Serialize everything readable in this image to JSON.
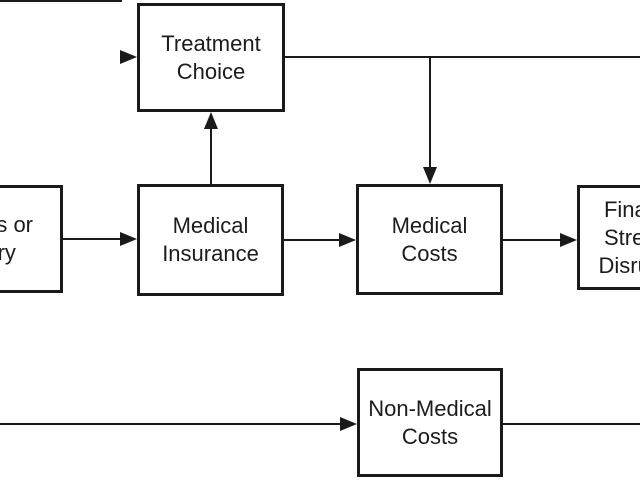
{
  "diagram": {
    "type": "flowchart",
    "colors": {
      "background": "#fefefe",
      "box_fill": "#ffffff",
      "line": "#1a1a1a",
      "text": "#1c1c1c"
    },
    "nodes": {
      "illness_or_injury": {
        "label": "Illness or\nInjury",
        "note": "clipped by left edge of image"
      },
      "treatment_choice": {
        "label": "Treatment\nChoice"
      },
      "medical_insurance": {
        "label": "Medical\nInsurance"
      },
      "medical_costs": {
        "label": "Medical\nCosts"
      },
      "financial_stress": {
        "label": "Financial\nStress or\nDisruption",
        "note": "clipped by right edge of image"
      },
      "non_medical_costs": {
        "label": "Non-Medical\nCosts"
      }
    },
    "edges": [
      {
        "from": "offscreen-left",
        "to": "treatment_choice",
        "arrowhead": true
      },
      {
        "from": "treatment_choice",
        "to": "offscreen-right",
        "arrowhead": false
      },
      {
        "from": "treatment_choice",
        "to": "medical_costs",
        "arrowhead": true,
        "route": "right-then-down"
      },
      {
        "from": "medical_insurance",
        "to": "treatment_choice",
        "arrowhead": true,
        "route": "up"
      },
      {
        "from": "illness_or_injury",
        "to": "medical_insurance",
        "arrowhead": true
      },
      {
        "from": "medical_insurance",
        "to": "medical_costs",
        "arrowhead": true
      },
      {
        "from": "medical_costs",
        "to": "financial_stress",
        "arrowhead": true
      },
      {
        "from": "offscreen-left",
        "to": "non_medical_costs",
        "arrowhead": true
      },
      {
        "from": "non_medical_costs",
        "to": "offscreen-right",
        "arrowhead": false
      }
    ]
  }
}
